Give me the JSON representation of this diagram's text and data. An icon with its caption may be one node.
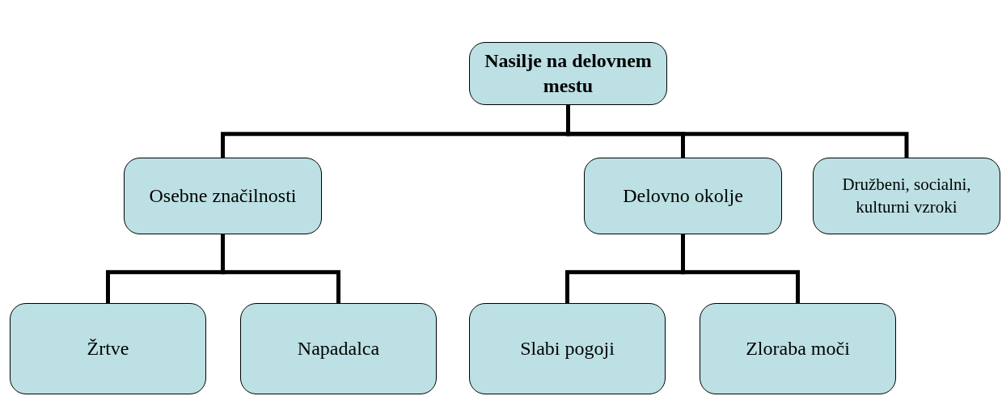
{
  "diagram": {
    "nodes": [
      {
        "text": [
          "Nasilje na delovnem mestu"
        ]
      },
      {
        "text": [
          "Osebne značilnosti"
        ]
      },
      {
        "text": [
          "Delovno okolje"
        ]
      },
      {
        "text": [
          "Družbeni, socialni, kulturni vzroki"
        ]
      },
      {
        "text": [
          "Žrtve"
        ]
      },
      {
        "text": [
          "Napadalca"
        ]
      },
      {
        "text": [
          "Slabi pogoji"
        ]
      },
      {
        "text": [
          "Zloraba moči"
        ]
      }
    ],
    "edges": [
      {
        "from": 0,
        "to": 1,
        "arrow": "none"
      },
      {
        "from": 0,
        "to": 2,
        "arrow": "none"
      },
      {
        "from": 0,
        "to": 3,
        "arrow": "none"
      },
      {
        "from": 1,
        "to": 4,
        "arrow": "none"
      },
      {
        "from": 1,
        "to": 5,
        "arrow": "none"
      },
      {
        "from": 2,
        "to": 6,
        "arrow": "none"
      },
      {
        "from": 2,
        "to": 7,
        "arrow": "none"
      }
    ]
  }
}
